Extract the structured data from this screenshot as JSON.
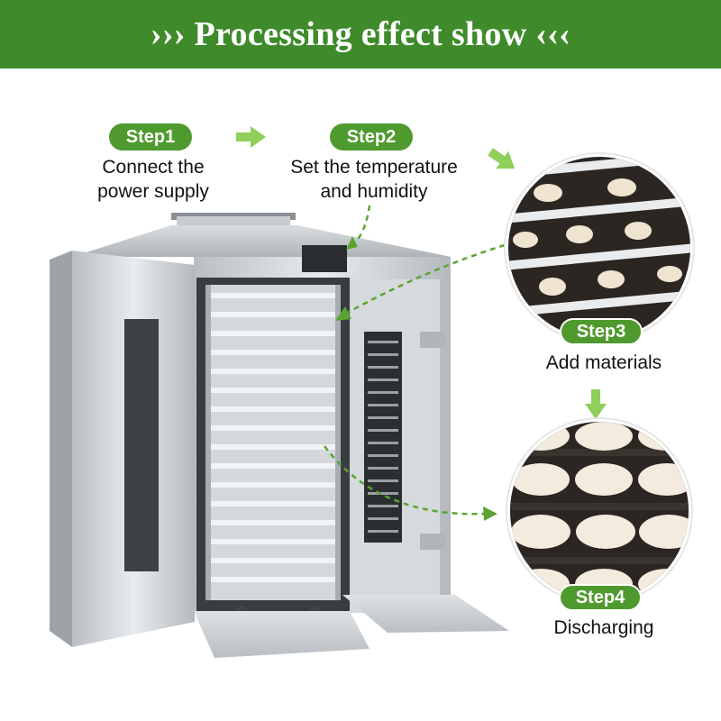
{
  "header": {
    "title": "››› Processing effect show ‹‹‹"
  },
  "steps": [
    {
      "label": "Step1",
      "description_lines": [
        "Connect the",
        "power supply"
      ]
    },
    {
      "label": "Step2",
      "description_lines": [
        "Set the temperature",
        "and humidity"
      ]
    },
    {
      "label": "Step3",
      "description": "Add materials"
    },
    {
      "label": "Step4",
      "description": "Discharging"
    }
  ],
  "colors": {
    "header_bg": "#3f8a2a",
    "pill_bg": "#4f9a2e",
    "arrow_light": "#8fcf5a",
    "dashed_arrow": "#5aa332",
    "dough": "#efe4d0",
    "tray_dark": "#2b2622",
    "steel": "#c9cdd1"
  },
  "icons": {
    "flow_arrow": "arrow-right-icon",
    "down_arrow": "arrow-down-icon"
  }
}
